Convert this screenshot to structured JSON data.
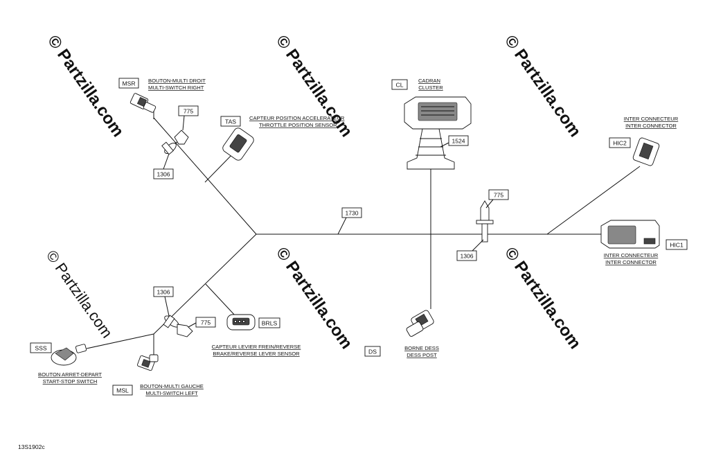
{
  "watermarks": {
    "faint": "© Partzilla.com",
    "dark": "© Partzilla.com"
  },
  "diagram_code": "13S1902c",
  "connectors": {
    "msr": {
      "tag": "MSR",
      "fr": "BOUTON-MULTI DROIT",
      "en": "MULTI-SWITCH RIGHT"
    },
    "tas": {
      "tag": "TAS",
      "fr": "CAPTEUR POSITION ACCELERATEUR",
      "en": "THROTTLE POSITION SENSOR"
    },
    "cl": {
      "tag": "CL",
      "fr": "CADRAN",
      "en": "CLUSTER"
    },
    "hic2": {
      "tag": "HIC2",
      "fr": "INTER CONNECTEUR",
      "en": "INTER CONNECTOR"
    },
    "hic1": {
      "tag": "HIC1",
      "fr": "INTER CONNECTEUR",
      "en": "INTER CONNECTOR"
    },
    "brls": {
      "tag": "BRLS",
      "fr": "CAPTEUR LEVIER FREIN/REVERSE",
      "en": "BRAKE/REVERSE LEVER SENSOR"
    },
    "ds": {
      "tag": "DS",
      "fr": "BORNE DESS",
      "en": "DESS POST"
    },
    "sss": {
      "tag": "SSS",
      "fr": "BOUTON ARRET-DEPART",
      "en": "START-STOP SWITCH"
    },
    "msl": {
      "tag": "MSL",
      "fr": "BOUTON-MULTI GAUCHE",
      "en": "MULTI-SWITCH LEFT"
    }
  },
  "parts": {
    "p775_top": "775",
    "p1306_top": "1306",
    "p1524": "1524",
    "p1730": "1730",
    "p775_right": "775",
    "p1306_right": "1306",
    "p1306_left": "1306",
    "p775_left": "775"
  }
}
